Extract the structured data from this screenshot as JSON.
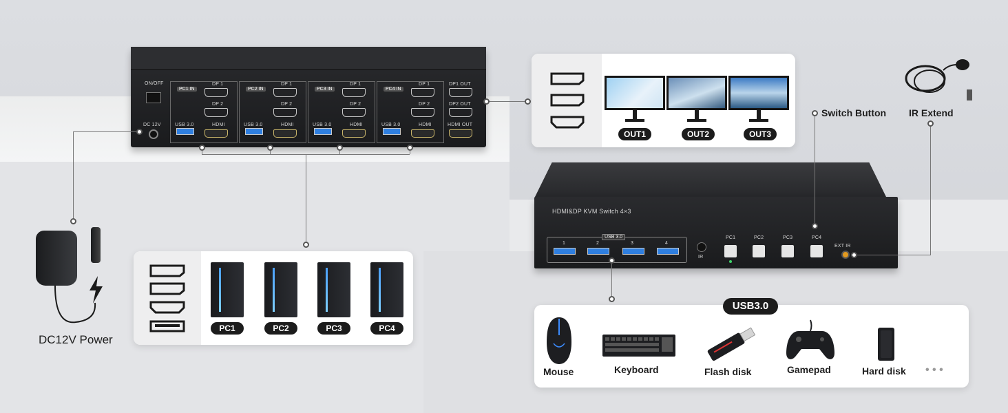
{
  "kvm_back": {
    "on_off": "ON/OFF",
    "dc12v": "DC 12V",
    "groups": [
      {
        "in": "PC1 IN",
        "dp1": "DP 1",
        "dp2": "DP 2",
        "usb": "USB 3.0",
        "hdmi": "HDMI"
      },
      {
        "in": "PC2 IN",
        "dp1": "DP 1",
        "dp2": "DP 2",
        "usb": "USB 3.0",
        "hdmi": "HDMI"
      },
      {
        "in": "PC3 IN",
        "dp1": "DP 1",
        "dp2": "DP 2",
        "usb": "USB 3.0",
        "hdmi": "HDMI"
      },
      {
        "in": "PC4 IN",
        "dp1": "DP 1",
        "dp2": "DP 2",
        "usb": "USB 3.0",
        "hdmi": "HDMI"
      }
    ],
    "outputs": [
      "DP1 OUT",
      "DP2 OUT",
      "HDMI OUT"
    ]
  },
  "kvm_front": {
    "model": "HDMI&DP KVM Switch 4×3",
    "usb_header": "USB 3.0",
    "usb_ports": [
      "1",
      "2",
      "3",
      "4"
    ],
    "ir": "IR",
    "buttons": [
      "PC1",
      "PC2",
      "PC3",
      "PC4"
    ],
    "ext_ir": "EXT IR"
  },
  "outputs_card": {
    "labels": [
      "OUT1",
      "OUT2",
      "OUT3"
    ]
  },
  "pcs_card": {
    "labels": [
      "PC1",
      "PC2",
      "PC3",
      "PC4"
    ]
  },
  "usb_card": {
    "title": "USB3.0",
    "devices": [
      "Mouse",
      "Keyboard",
      "Flash disk",
      "Gamepad",
      "Hard disk"
    ],
    "more": "• • •"
  },
  "callouts": {
    "switch_button": "Switch Button",
    "ir_extend": "IR Extend",
    "power": "DC12V Power"
  }
}
